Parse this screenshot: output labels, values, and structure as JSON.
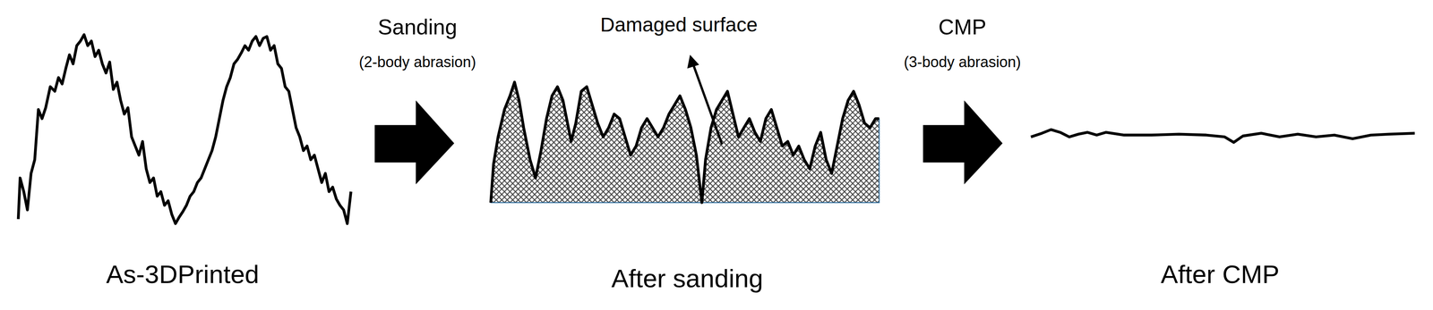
{
  "diagram": {
    "labels": [
      "Sanding",
      "(2-body abrasion)",
      "Damaged surface",
      "CMP",
      "(3-body abrasion)",
      "As-3DPrinted",
      "After sanding",
      "After CMP"
    ]
  }
}
